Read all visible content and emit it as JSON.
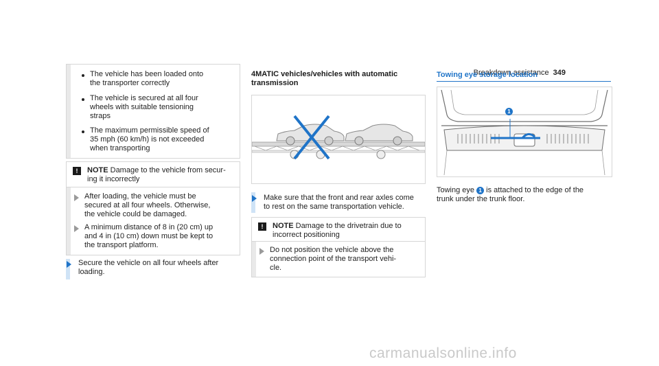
{
  "header": {
    "section": "Breakdown assistance",
    "page": "349"
  },
  "col1": {
    "bullets": [
      [
        "The vehicle has been loaded onto",
        "the transporter correctly"
      ],
      [
        "The vehicle is secured at all four",
        "wheels with suitable tensioning",
        "straps"
      ],
      [
        "The maximum permissible speed of",
        "35 mph (60 km/h) is not exceeded",
        "when transporting"
      ]
    ],
    "note_label": "NOTE",
    "note_text": [
      "Damage to the vehicle from secur-",
      "ing it incorrectly"
    ],
    "steps": [
      [
        "After loading, the vehicle must be",
        "secured at all four wheels. Otherwise,",
        "the vehicle could be damaged."
      ],
      [
        "A minimum distance of 8 in (20 cm) up",
        "and 4 in (10 cm) down must be kept to",
        "the transport platform."
      ]
    ],
    "action": [
      "Secure the vehicle on all four wheels after",
      "loading."
    ]
  },
  "col2": {
    "heading": [
      "4MATIC vehicles/vehicles with automatic",
      "transmission"
    ],
    "action": [
      "Make sure that the front and rear axles come",
      "to rest on the same transportation vehicle."
    ],
    "note_label": "NOTE",
    "note_text": [
      "Damage to the drivetrain due to",
      "incorrect positioning"
    ],
    "step": [
      "Do not position the vehicle above the",
      "connection point of the transport vehi-",
      "cle."
    ]
  },
  "col3": {
    "heading": "Towing eye storage location",
    "callout": "1",
    "caption_prefix": "Towing eye",
    "caption_line1_suffix": "is attached to the edge of the",
    "caption_line2": "trunk under the trunk floor."
  },
  "footer": {
    "watermark": "carmanualsonline.info"
  },
  "colors": {
    "accent": "#1f74c8",
    "strip_blue": "#cfe3f6",
    "strip_grey": "#e9e9e9",
    "border": "#d6d6d6"
  }
}
